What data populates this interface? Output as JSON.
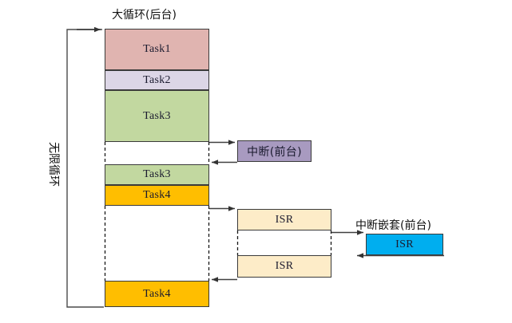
{
  "diagram": {
    "title_background": "大循环(后台)",
    "loop_caption": "无限循环",
    "foreground_interrupt_label": "中断(前台)",
    "nested_interrupt_label": "中断嵌套(前台)",
    "colors": {
      "task1": "#e0b4b0",
      "task2": "#dcd6e6",
      "task3": "#c2d8a0",
      "task4": "#ffbe00",
      "interrupt": "#a89ac0",
      "isr": "#fdecc8",
      "isr_nested": "#00aeef",
      "stroke": "#3a3a3a",
      "arrow": "#404040",
      "background": "#ffffff"
    },
    "background_stack": [
      {
        "id": "task1-first",
        "label": "Task1",
        "color_key": "task1"
      },
      {
        "id": "task2-first",
        "label": "Task2",
        "color_key": "task2"
      },
      {
        "id": "task3-first",
        "label": "Task3",
        "color_key": "task3"
      },
      {
        "id": "task3-resume",
        "label": "Task3",
        "color_key": "task3"
      },
      {
        "id": "task4-first",
        "label": "Task4",
        "color_key": "task4"
      },
      {
        "id": "task4-resume",
        "label": "Task4",
        "color_key": "task4"
      }
    ],
    "interrupt_blocks": [
      {
        "id": "interrupt-foreground",
        "label": "中断(前台)",
        "color_key": "interrupt"
      },
      {
        "id": "isr-upper",
        "label": "ISR",
        "color_key": "isr"
      },
      {
        "id": "isr-nested",
        "label": "ISR",
        "color_key": "isr_nested"
      },
      {
        "id": "isr-lower",
        "label": "ISR",
        "color_key": "isr"
      }
    ]
  }
}
